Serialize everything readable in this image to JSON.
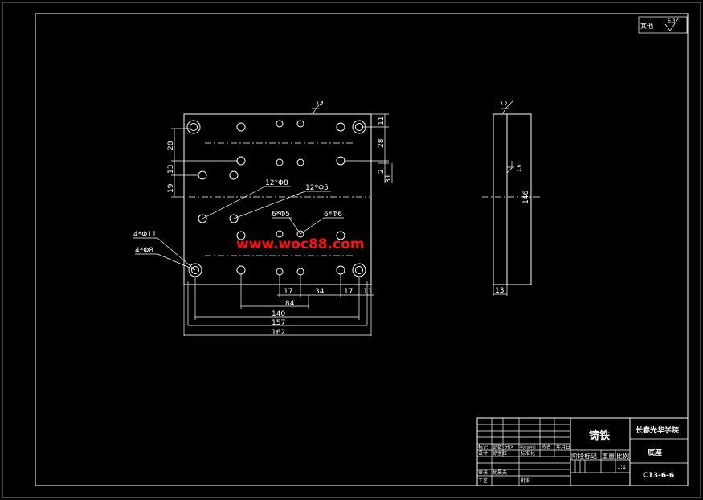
{
  "corner_mark": {
    "text": "其他",
    "roughness": "6.3"
  },
  "front_view": {
    "roughness_top": "3.2",
    "dims_left": [
      "28",
      "13",
      "19"
    ],
    "dims_right": [
      "11",
      "28",
      "2",
      "31"
    ],
    "dims_bottom": [
      "17",
      "34",
      "17",
      "11",
      "84",
      "140",
      "157",
      "162"
    ],
    "callouts": [
      "12*Φ8",
      "12*Φ5",
      "6*Φ5",
      "6*Φ6",
      "4*Φ11",
      "4*Φ8"
    ]
  },
  "side_view": {
    "roughness_top": "3.2",
    "roughness_face": "1.6",
    "height": "146",
    "thickness": "13"
  },
  "watermark": "www.woc88.com",
  "title_block": {
    "material": "铸铁",
    "school": "长春光华学院",
    "part_name": "底座",
    "drawing_number": "C13-6-6",
    "scale": "1:1",
    "headers": [
      "阶段标记",
      "重量",
      "比例"
    ],
    "rev_cells": [
      "标记",
      "处数",
      "分区",
      "更改文件号",
      "签名",
      "年月日"
    ],
    "rows": [
      "设计",
      "标准化",
      "审核",
      "工艺",
      "批准"
    ],
    "row_names": [
      "徐宝红",
      "胡晨夫"
    ]
  }
}
